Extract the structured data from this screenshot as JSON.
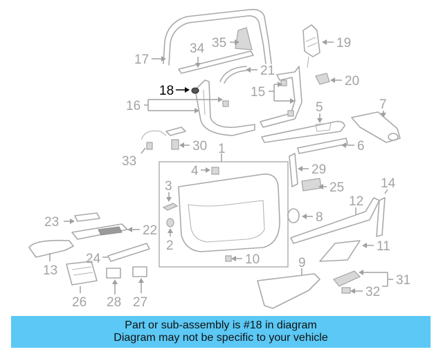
{
  "highlight": "18",
  "labels": {
    "n1": "1",
    "n2": "2",
    "n3": "3",
    "n4": "4",
    "n5": "5",
    "n6": "6",
    "n7": "7",
    "n8": "8",
    "n9": "9",
    "n10": "10",
    "n11": "11",
    "n12": "12",
    "n13": "13",
    "n14": "14",
    "n15": "15",
    "n16": "16",
    "n17": "17",
    "n18": "18",
    "n19": "19",
    "n20": "20",
    "n21": "21",
    "n22": "22",
    "n23": "23",
    "n24": "24",
    "n25": "25",
    "n26": "26",
    "n27": "27",
    "n28": "28",
    "n29": "29",
    "n30": "30",
    "n31": "31",
    "n32": "32",
    "n33": "33",
    "n34": "34",
    "n35": "35"
  },
  "banner": {
    "line1": "Part or sub-assembly is #18 in diagram",
    "line2": "Diagram may not be specific to your vehicle"
  },
  "colors": {
    "banner_bg": "#5bc8f5",
    "part_stroke": "#a9a9a9",
    "label_gray": "#a3a3a3",
    "highlight": "#000000"
  }
}
